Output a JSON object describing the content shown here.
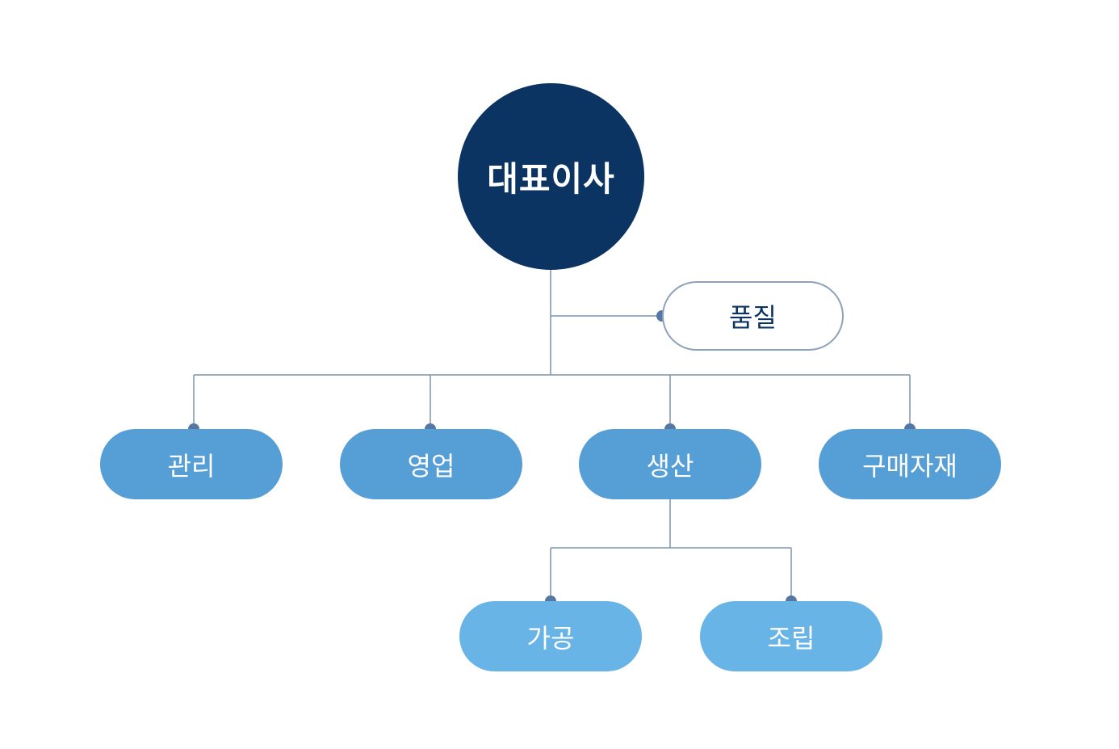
{
  "chart": {
    "root": {
      "label": "대표이사"
    },
    "staff": {
      "label": "품질"
    },
    "departments": [
      {
        "label": "관리"
      },
      {
        "label": "영업"
      },
      {
        "label": "생산"
      },
      {
        "label": "구매자재"
      }
    ],
    "production_units": [
      {
        "label": "가공"
      },
      {
        "label": "조립"
      }
    ]
  },
  "colors": {
    "root_fill": "#0b3463",
    "department_fill": "#569ed6",
    "unit_fill": "#68b4e6",
    "staff_border": "#8ea1b7",
    "connector": "#7f94ad",
    "connector_dot": "#5577a3"
  }
}
